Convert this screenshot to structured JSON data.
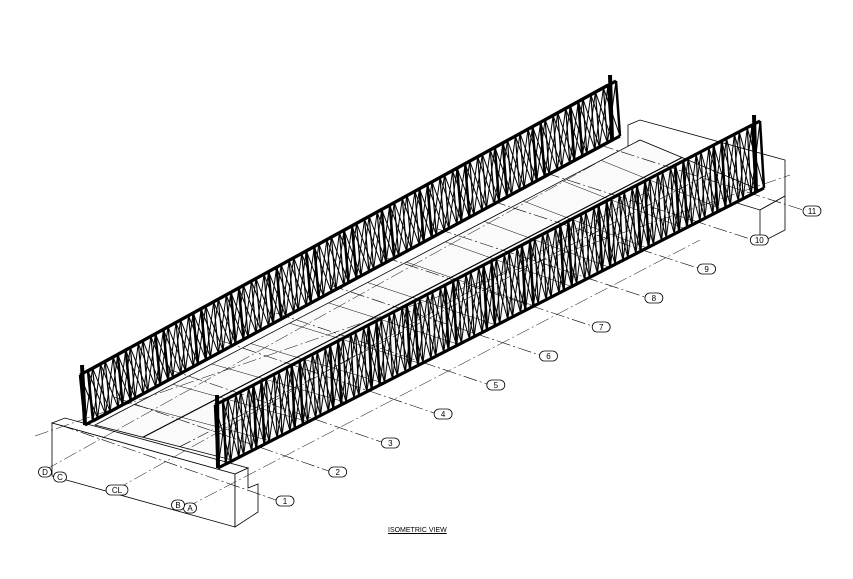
{
  "title": "ISOMETRIC VIEW",
  "gridlines": [
    "1",
    "2",
    "3",
    "4",
    "5",
    "6",
    "7",
    "8",
    "9",
    "10",
    "11"
  ],
  "axis_labels": [
    "A",
    "B",
    "C",
    "D",
    "CL"
  ],
  "colors": {
    "line": "#000000",
    "background": "#ffffff"
  }
}
